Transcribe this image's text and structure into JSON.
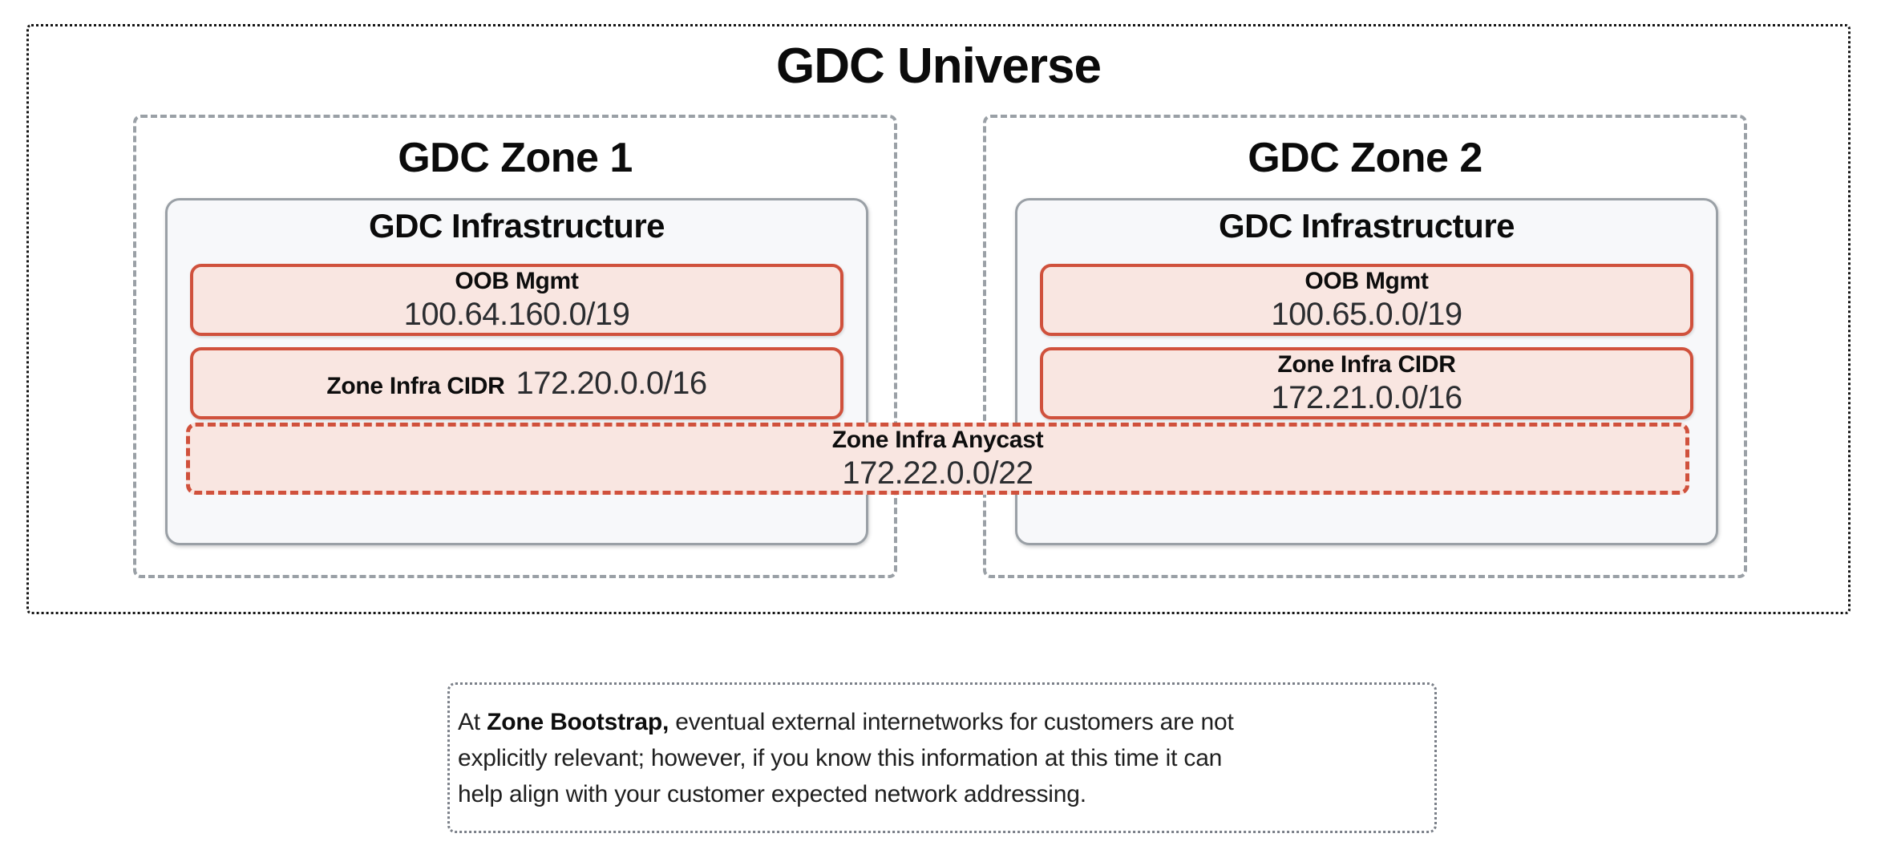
{
  "universe": {
    "title": "GDC Universe"
  },
  "zones": [
    {
      "title": "GDC Zone 1",
      "infra_title": "GDC Infrastructure",
      "oob": {
        "label": "OOB Mgmt",
        "cidr": "100.64.160.0/19"
      },
      "zone_cidr": {
        "label": "Zone Infra CIDR",
        "cidr": "172.20.0.0/16",
        "layout": "inline"
      }
    },
    {
      "title": "GDC Zone 2",
      "infra_title": "GDC Infrastructure",
      "oob": {
        "label": "OOB Mgmt",
        "cidr": "100.65.0.0/19"
      },
      "zone_cidr": {
        "label": "Zone Infra CIDR",
        "cidr": "172.21.0.0/16",
        "layout": "stacked"
      }
    }
  ],
  "anycast": {
    "label": "Zone Infra Anycast",
    "cidr": "172.22.0.0/22"
  },
  "note": {
    "line1_prefix": "At ",
    "line1_bold": "Zone Bootstrap,",
    "line1_rest": " eventual external internetworks for customers are not",
    "line2": "explicitly relevant; however, if you know this information at this time it can",
    "line3": "help align with your customer expected network addressing."
  },
  "colors": {
    "accent_red": "#D0513C",
    "red_fill": "#F9E6E1",
    "infra_fill": "#F7F8FA",
    "gray_border": "#9AA0A6",
    "note_border": "#7A7F88",
    "universe_border": "#141414"
  }
}
